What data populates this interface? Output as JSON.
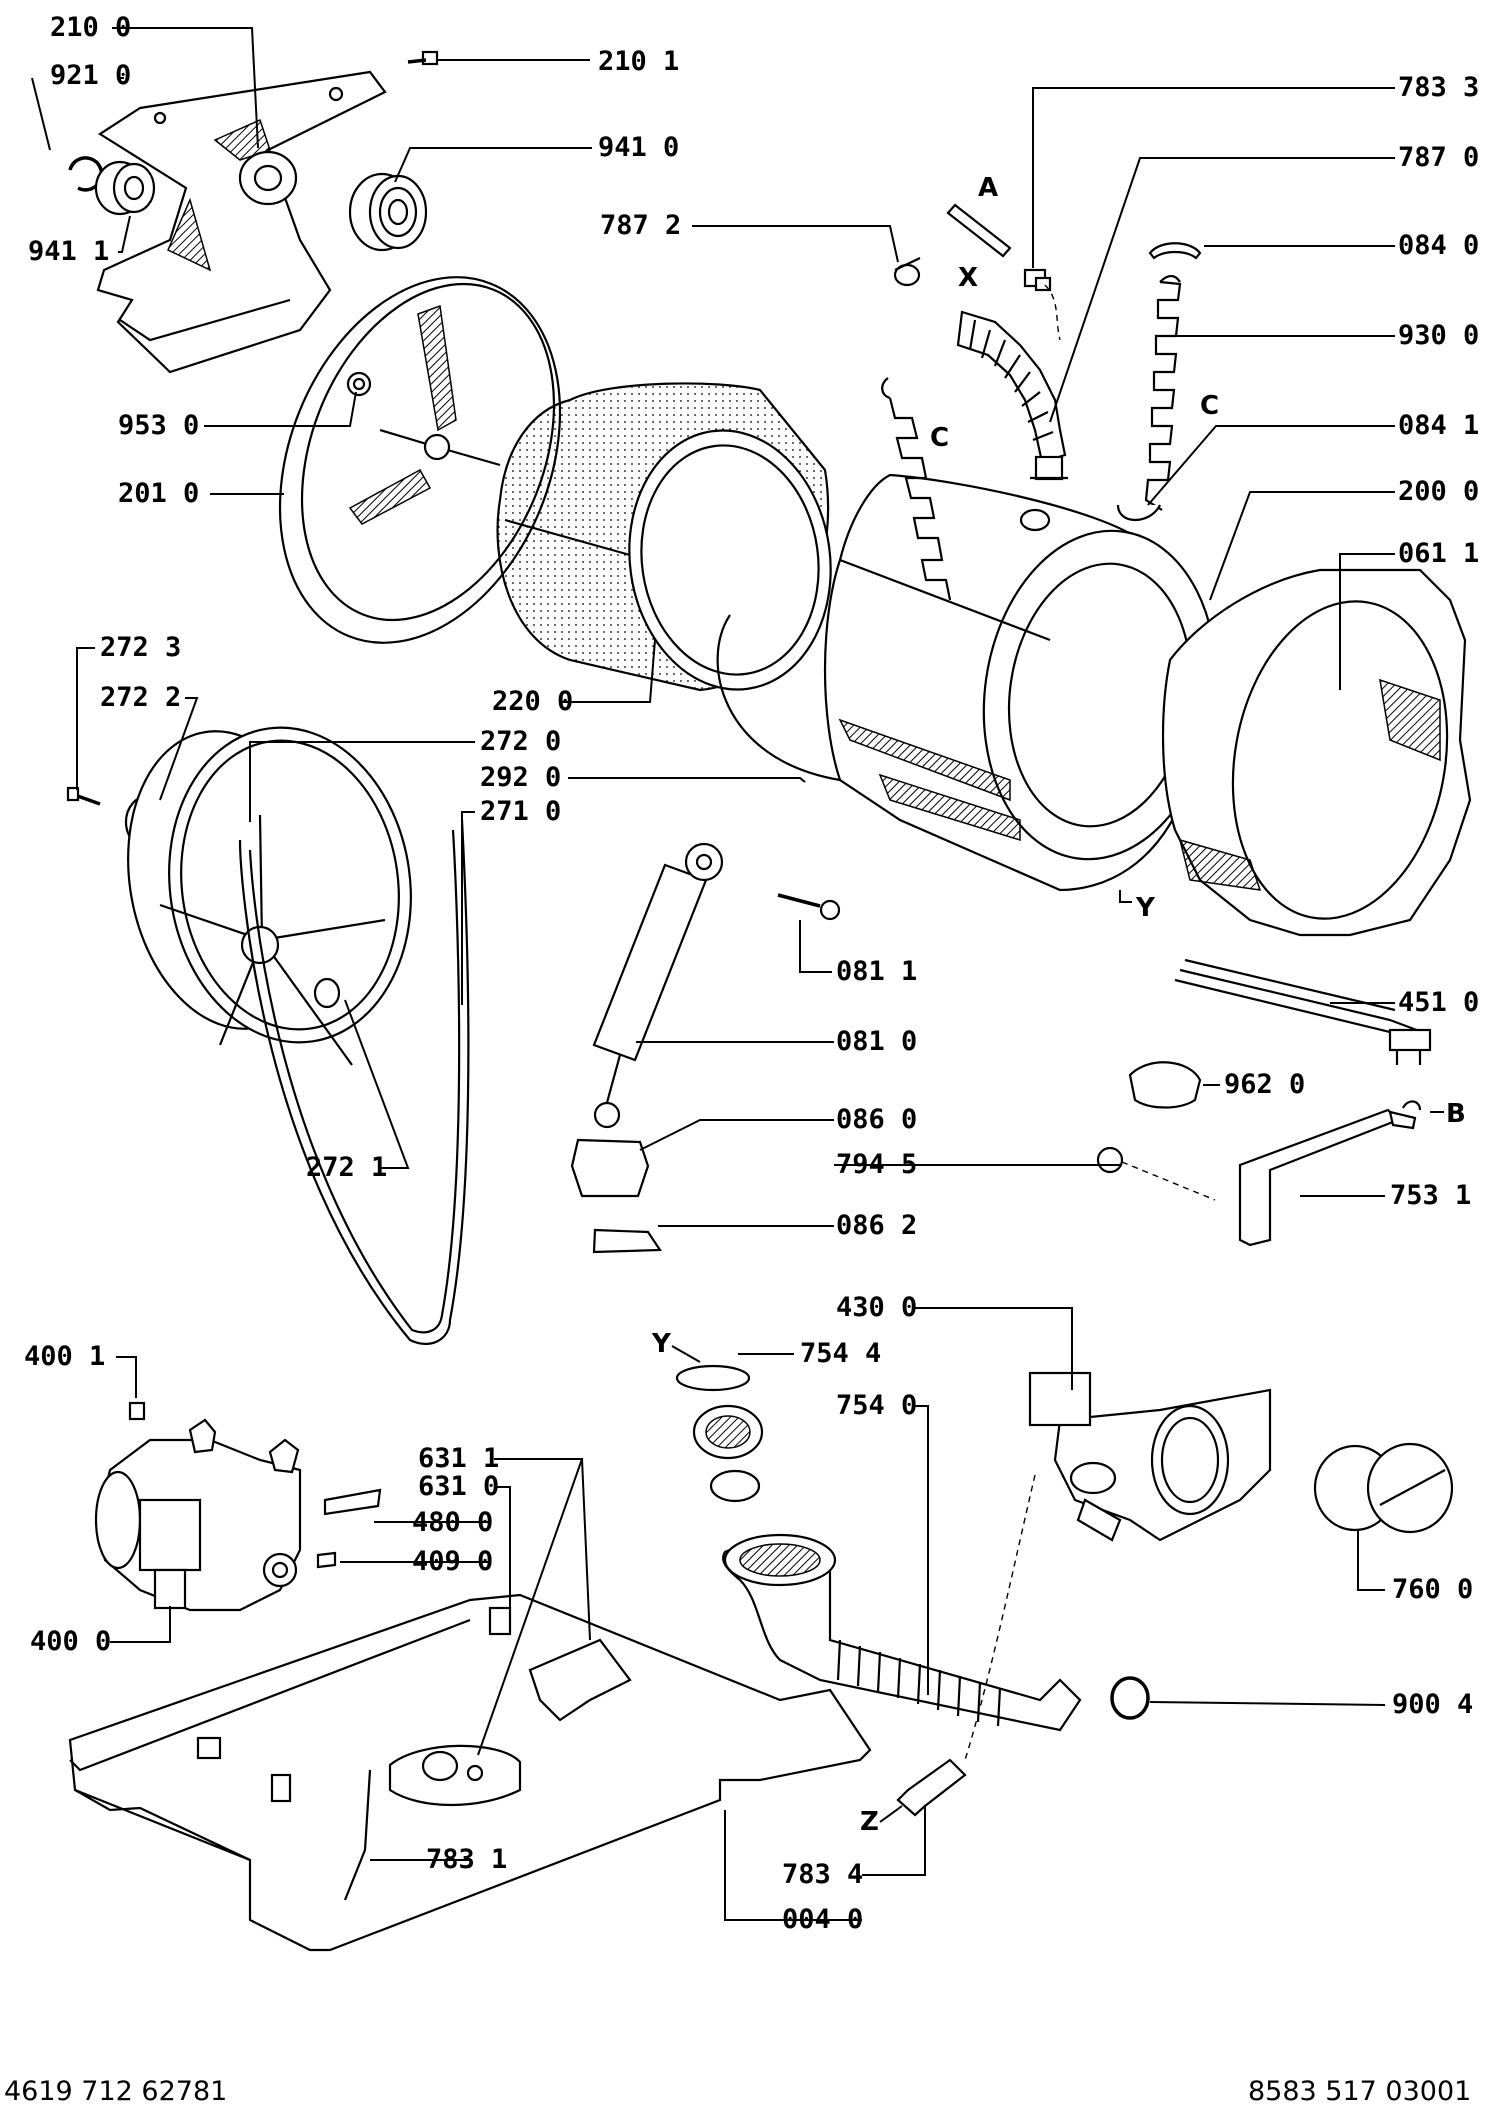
{
  "labels": {
    "p2100": "210 0",
    "p9210": "921 0",
    "p2101": "210 1",
    "p9410": "941 0",
    "p9411": "941 1",
    "p7833": "783 3",
    "p7870": "787 0",
    "p7872": "787 2",
    "p0840": "084 0",
    "p9300": "930 0",
    "p9530": "953 0",
    "p0841": "084 1",
    "p2010": "201 0",
    "p2000": "200 0",
    "p0611": "061 1",
    "p2723": "272 3",
    "p2722": "272 2",
    "p2200": "220 0",
    "p2720": "272 0",
    "p2920": "292 0",
    "p2710": "271 0",
    "p0811": "081 1",
    "p4510": "451 0",
    "p0810": "081 0",
    "p9620": "962 0",
    "p0860": "086 0",
    "p7945": "794 5",
    "p7531": "753 1",
    "p2721": "272 1",
    "p0862": "086 2",
    "p4300": "430 0",
    "p4001": "400 1",
    "p7544": "754 4",
    "p7540": "754 0",
    "p6311": "631 1",
    "p6310": "631 0",
    "p4800": "480 0",
    "p4090": "409 0",
    "p4000": "400 0",
    "p7600": "760 0",
    "p9004": "900 4",
    "p7831": "783 1",
    "p7834": "783 4",
    "p0040": "004 0"
  },
  "letters": {
    "a": "A",
    "x": "X",
    "c_hose": "C",
    "c_spring": "C",
    "y_tub": "Y",
    "b": "B",
    "y_seal": "Y",
    "z": "Z"
  },
  "footer": {
    "left": "4619 712 62781",
    "right": "8583 517 03001"
  }
}
